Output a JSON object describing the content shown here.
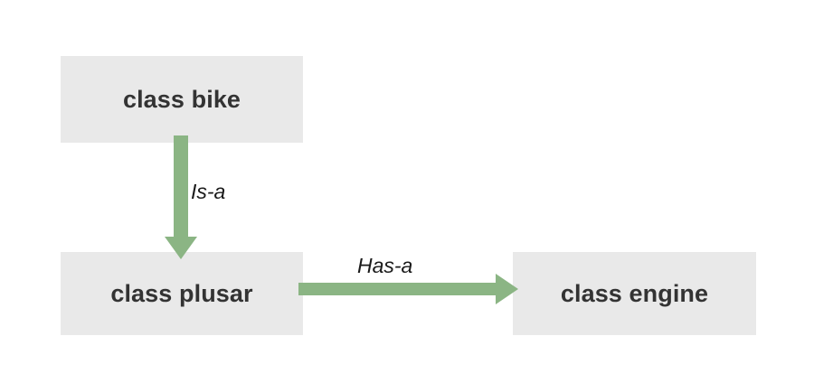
{
  "diagram": {
    "type": "class-relationship-diagram",
    "background_color": "#ffffff",
    "node_fill_color": "#e9e9e9",
    "node_text_color": "#333333",
    "edge_color": "#8bb584",
    "nodes": [
      {
        "id": "bike",
        "label": "class bike"
      },
      {
        "id": "plusar",
        "label": "class plusar"
      },
      {
        "id": "engine",
        "label": "class engine"
      }
    ],
    "edges": [
      {
        "id": "is-a",
        "label": "Is-a",
        "from": "bike",
        "to": "plusar",
        "direction": "down"
      },
      {
        "id": "has-a",
        "label": "Has-a",
        "from": "plusar",
        "to": "engine",
        "direction": "right"
      }
    ]
  }
}
